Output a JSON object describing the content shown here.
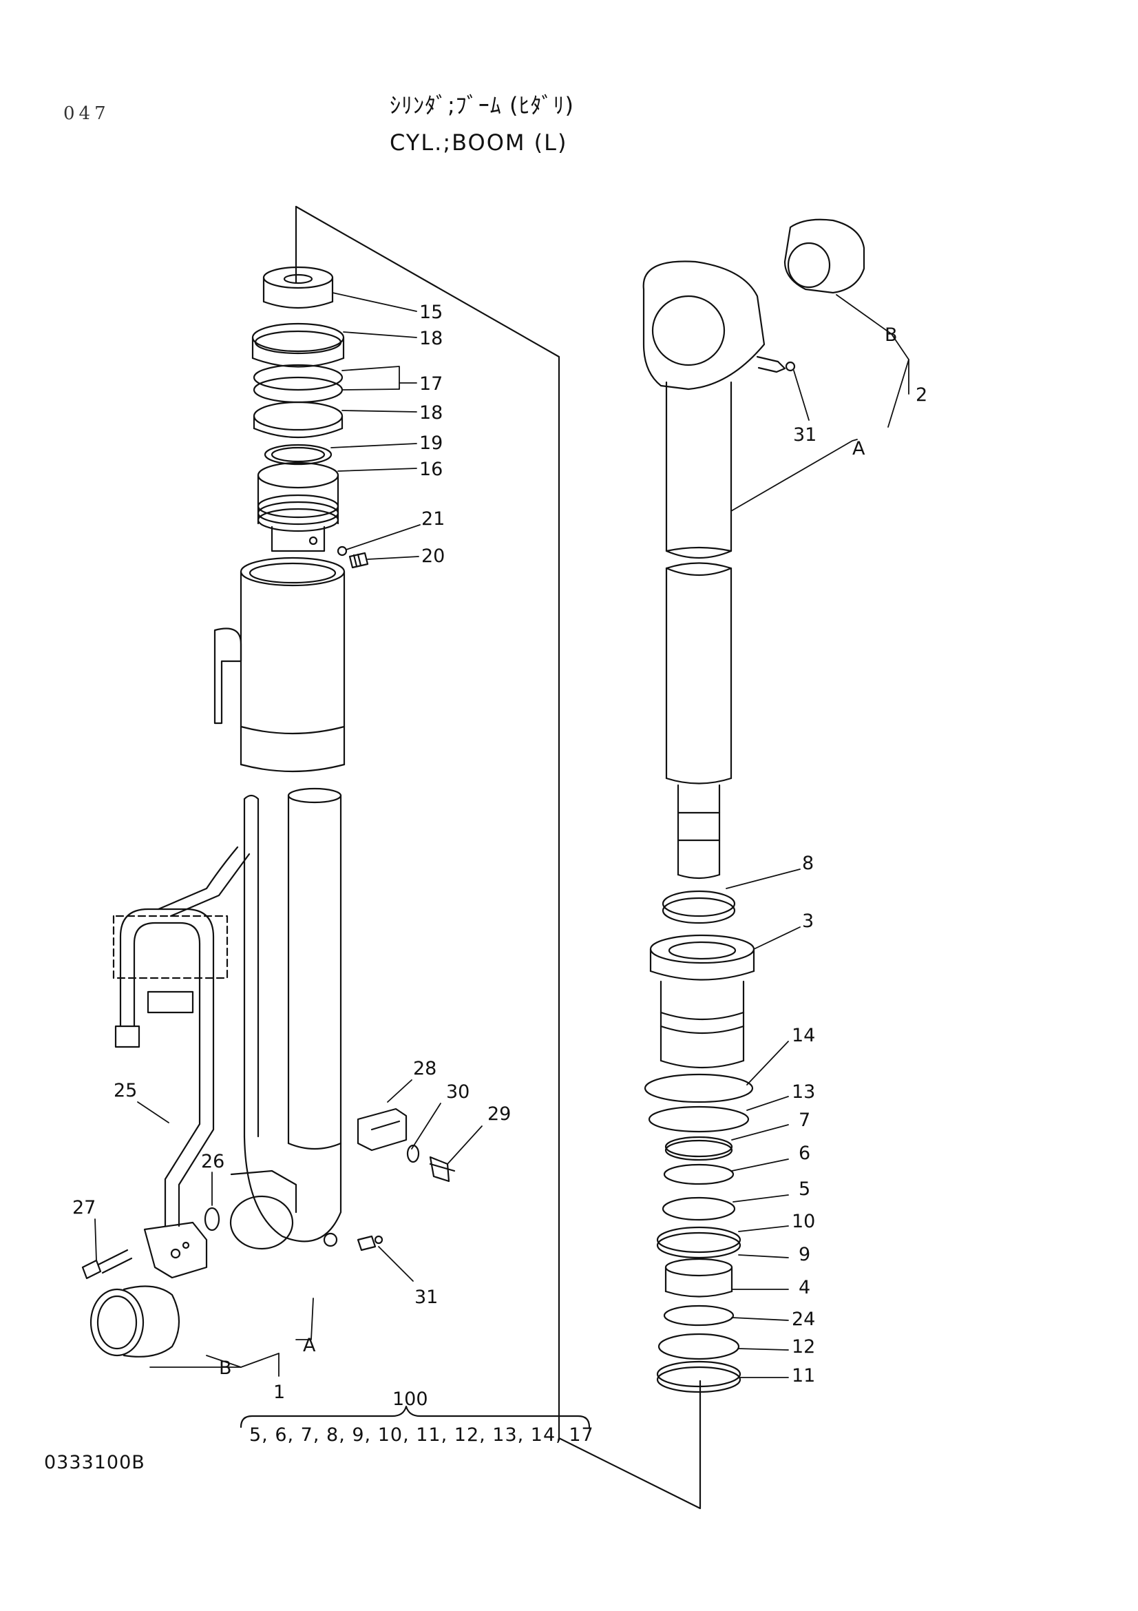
{
  "page_number": "047",
  "title_jp": "ｼﾘﾝﾀﾞ;ﾌﾞｰﾑ (ﾋﾀﾞﾘ)",
  "title_en": "CYL.;BOOM (L)",
  "drawing_code": "0333100B",
  "kit": {
    "number": "100",
    "contents": "5, 6, 7, 8, 9, 10, 11, 12, 13, 14, 17"
  },
  "callouts": {
    "c15": "15",
    "c18a": "18",
    "c17": "17",
    "c18b": "18",
    "c19": "19",
    "c16": "16",
    "c21": "21",
    "c20": "20",
    "c28": "28",
    "c30": "30",
    "c29": "29",
    "c25": "25",
    "c26": "26",
    "c27": "27",
    "c31_left": "31",
    "c_a_left": "A",
    "c_b_left": "B",
    "c1": "1",
    "c_b_right": "B",
    "c2": "2",
    "c31_right": "31",
    "c_a_right": "A",
    "c8": "8",
    "c3": "3",
    "c14": "14",
    "c13": "13",
    "c7": "7",
    "c6": "6",
    "c5": "5",
    "c10": "10",
    "c9": "9",
    "c4": "4",
    "c24": "24",
    "c12": "12",
    "c11": "11"
  }
}
